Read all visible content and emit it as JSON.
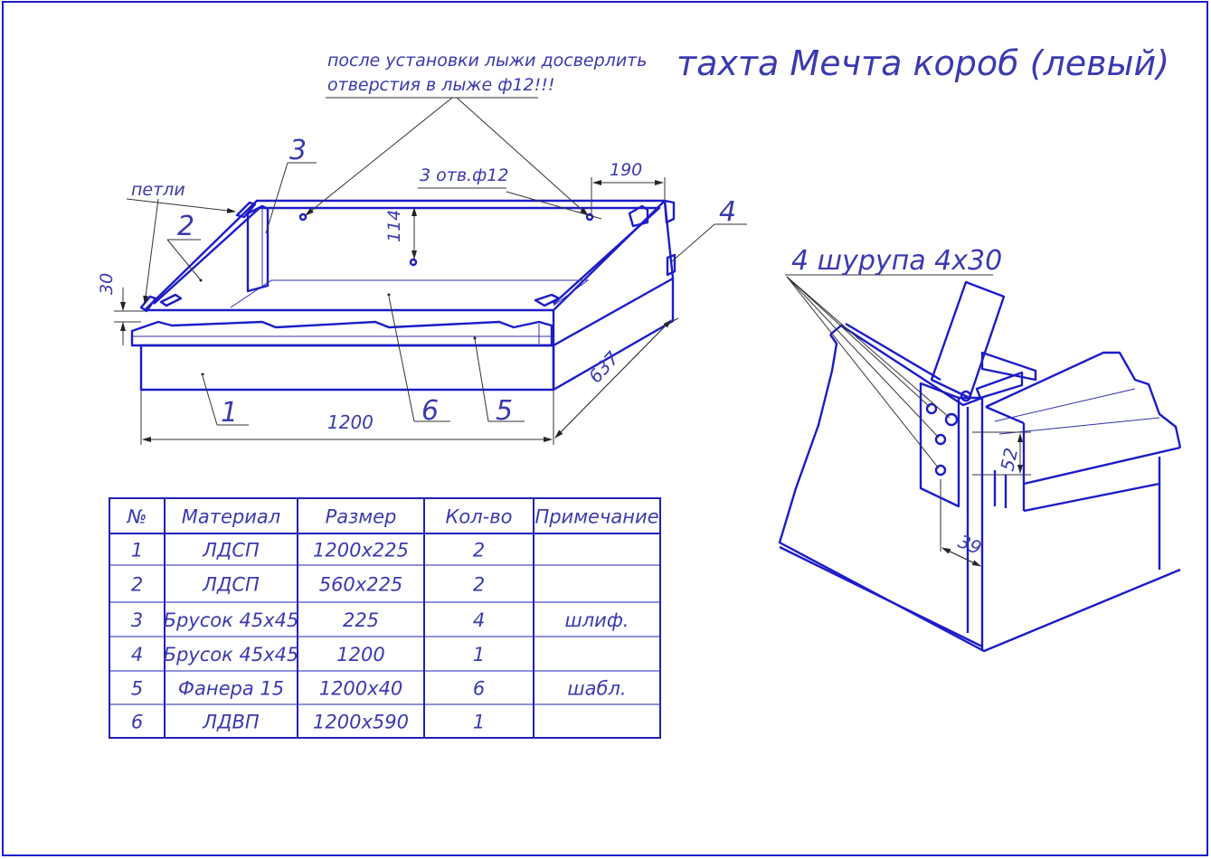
{
  "title": "тахта Мечта короб (левый)",
  "notes": {
    "drill_line1": "после установки лыжи досверлить",
    "drill_line2": "отверстия в лыже ф12!!!",
    "hinges": "петли",
    "holes": "3 отв.ф12",
    "screws": "4 шурупа 4х30"
  },
  "dims": {
    "d1200": "1200",
    "d637": "637",
    "d190": "190",
    "d114": "114",
    "d30": "30",
    "d52": "52",
    "d39": "39"
  },
  "callouts": {
    "c1": "1",
    "c2": "2",
    "c3": "3",
    "c4": "4",
    "c5": "5",
    "c6": "6"
  },
  "table": {
    "headers": [
      "№",
      "Материал",
      "Размер",
      "Кол-во",
      "Примечание"
    ],
    "rows": [
      [
        "1",
        "ЛДСП",
        "1200х225",
        "2",
        ""
      ],
      [
        "2",
        "ЛДСП",
        "560х225",
        "2",
        ""
      ],
      [
        "3",
        "Брусок 45х45",
        "225",
        "4",
        "шлиф."
      ],
      [
        "4",
        "Брусок 45х45",
        "1200",
        "1",
        ""
      ],
      [
        "5",
        "Фанера 15",
        "1200х40",
        "6",
        "шабл."
      ],
      [
        "6",
        "ЛДВП",
        "1200х590",
        "1",
        ""
      ]
    ]
  }
}
